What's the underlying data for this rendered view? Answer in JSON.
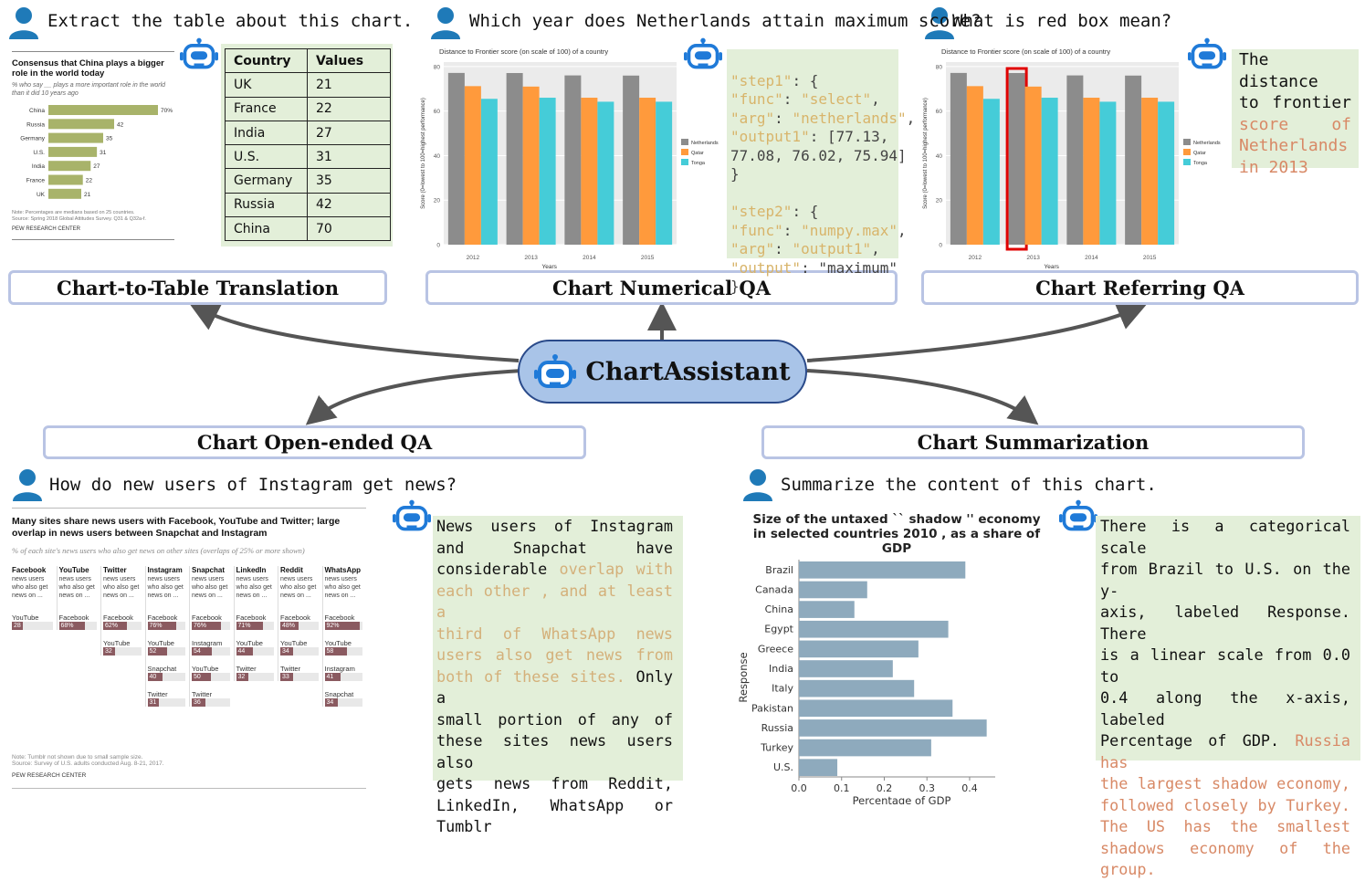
{
  "central": {
    "label": "ChartAssistant"
  },
  "tasks": {
    "t2t": "Chart-to-Table Translation",
    "numqa": "Chart Numerical QA",
    "refqa": "Chart Referring QA",
    "openqa": "Chart Open-ended QA",
    "summ": "Chart Summarization"
  },
  "questions": {
    "t2t": "Extract the table about this chart.",
    "numqa": "Which year does Netherlands attain maximum score?",
    "refqa": "What is red box mean?",
    "openqa": "How do new users of Instagram get news?",
    "summ": "Summarize the content of this chart."
  },
  "pew_chart": {
    "title": "Consensus that China plays a bigger role in the world today",
    "subtitle": "% who say __ plays a more important role in the world than it did 10 years ago",
    "note1": "Note: Percentages are medians based on 25 countries.",
    "note2": "Source: Spring 2018 Global Attitudes Survey. Q31 & Q32a-f.",
    "source": "PEW RESEARCH CENTER"
  },
  "table": {
    "headers": [
      "Country",
      "Values"
    ],
    "rows": [
      [
        "UK",
        "21"
      ],
      [
        "France",
        "22"
      ],
      [
        "India",
        "27"
      ],
      [
        "U.S.",
        "31"
      ],
      [
        "Germany",
        "35"
      ],
      [
        "Russia",
        "42"
      ],
      [
        "China",
        "70"
      ]
    ]
  },
  "code_answer": {
    "step1": "\"step1\"",
    "func_key": "\"func\"",
    "func1": "\"select\"",
    "arg_key": "\"arg\"",
    "arg1": "\"netherlands\"",
    "output1_key": "\"output1\"",
    "output1_val1": "[77.13,",
    "output1_val2": "77.08, 76.02, 75.94]",
    "step2": "\"step2\"",
    "func2": "\"numpy.max\"",
    "arg2": "\"output1\"",
    "output_key": "\"output\"",
    "output2": "\"maximum\""
  },
  "ref_answer": {
    "line1": "The distance",
    "line2": "to frontier",
    "line3": "score of",
    "line4": "Netherlands",
    "line5": "in 2013"
  },
  "open_answer": {
    "l1": "News users of Instagram",
    "l2": "and Snapchat have",
    "l3a": "considerable ",
    "l3b": "overlap with",
    "l4": "each other , and at least a",
    "l5": "third of WhatsApp news",
    "l6": "users also get news from",
    "l7a": "both of these sites.",
    "l7b": " Only a",
    "l8": "small portion of any of",
    "l9": "these sites news users also",
    "l10": "gets news from Reddit,",
    "l11": "LinkedIn, WhatsApp or",
    "l12": "Tumblr"
  },
  "summ_answer": {
    "l1": "There is a categorical scale",
    "l2": "from Brazil to U.S. on the y-",
    "l3": "axis, labeled Response. There",
    "l4": "is a linear scale from 0.0 to",
    "l5a": "0.4 along the x-axis, labeled",
    "l6a": "Percentage of GDP. ",
    "l6b": "Russia has",
    "l7": "the largest shadow economy,",
    "l8": "followed closely by Turkey.",
    "l9": "The US has the smallest",
    "l10": "shadows economy of the",
    "l11": "group."
  },
  "ig_chart": {
    "title": "Many sites share news users with Facebook, YouTube and Twitter; large overlap in news users between Snapchat and Instagram",
    "subtitle": "% of each site's news users who also get news on other sites (overlaps of 25% or more shown)",
    "sub_label": "news users who also get news on ...",
    "note1": "Note: Tumblr not shown due to small sample size.",
    "note2": "Source: Survey of U.S. adults conducted Aug. 8-21, 2017.",
    "source": "PEW RESEARCH CENTER"
  },
  "chart_data": [
    {
      "type": "bar",
      "orientation": "horizontal",
      "categories": [
        "China",
        "Russia",
        "Germany",
        "U.S.",
        "India",
        "France",
        "UK"
      ],
      "values": [
        70,
        42,
        35,
        31,
        27,
        22,
        21
      ],
      "value_labels": [
        "70%",
        "42",
        "35",
        "31",
        "27",
        "22",
        "21"
      ],
      "color": "#a8b36a",
      "xlim": [
        0,
        70
      ]
    },
    {
      "type": "bar",
      "id": "numqa",
      "title": "Distance to Frontier score (on scale of 100) of a country",
      "xlabel": "Years",
      "ylabel": "Score (0=lowest to 100=highest performance)",
      "categories": [
        "2012",
        "2013",
        "2014",
        "2015"
      ],
      "series": [
        {
          "name": "Netherlands",
          "color": "#8c8c8c",
          "values": [
            77.13,
            77.08,
            76.02,
            75.94
          ]
        },
        {
          "name": "Qatar",
          "color": "#ff9a3c",
          "values": [
            71.2,
            71.0,
            66.0,
            66.0
          ]
        },
        {
          "name": "Tonga",
          "color": "#45ccd8",
          "values": [
            65.5,
            66.0,
            64.2,
            64.2
          ]
        }
      ],
      "yticks": [
        "0",
        "20",
        "40",
        "60",
        "80"
      ],
      "ylim": [
        0,
        82
      ],
      "legend": "right"
    },
    {
      "type": "bar",
      "id": "refqa",
      "title": "Distance to Frontier score (on scale of 100) of a country",
      "xlabel": "Years",
      "ylabel": "Score (0=lowest to 100=highest performance)",
      "categories": [
        "2012",
        "2013",
        "2014",
        "2015"
      ],
      "series": [
        {
          "name": "Netherlands",
          "color": "#8c8c8c",
          "values": [
            77.13,
            77.08,
            76.02,
            75.94
          ]
        },
        {
          "name": "Qatar",
          "color": "#ff9a3c",
          "values": [
            71.2,
            71.0,
            66.0,
            66.0
          ]
        },
        {
          "name": "Tonga",
          "color": "#45ccd8",
          "values": [
            65.5,
            66.0,
            64.2,
            64.2
          ]
        }
      ],
      "yticks": [
        "0",
        "20",
        "40",
        "60",
        "80"
      ],
      "ylim": [
        0,
        82
      ],
      "legend": "right",
      "highlight": {
        "category": "2013",
        "series": "Netherlands",
        "color": "#e00000"
      }
    },
    {
      "type": "table",
      "id": "instagram",
      "columns": [
        {
          "header": "Facebook",
          "items": [
            [
              "YouTube",
              "28"
            ]
          ]
        },
        {
          "header": "YouTube",
          "items": [
            [
              "Facebook",
              "68%"
            ]
          ]
        },
        {
          "header": "Twitter",
          "items": [
            [
              "Facebook",
              "62%"
            ],
            [
              "YouTube",
              "32"
            ]
          ]
        },
        {
          "header": "Instagram",
          "items": [
            [
              "Facebook",
              "76%"
            ],
            [
              "YouTube",
              "52"
            ],
            [
              "Snapchat",
              "40"
            ],
            [
              "Twitter",
              "31"
            ]
          ]
        },
        {
          "header": "Snapchat",
          "items": [
            [
              "Facebook",
              "76%"
            ],
            [
              "Instagram",
              "54"
            ],
            [
              "YouTube",
              "50"
            ],
            [
              "Twitter",
              "36"
            ]
          ]
        },
        {
          "header": "LinkedIn",
          "items": [
            [
              "Facebook",
              "71%"
            ],
            [
              "YouTube",
              "44"
            ],
            [
              "Twitter",
              "32"
            ]
          ]
        },
        {
          "header": "Reddit",
          "items": [
            [
              "Facebook",
              "48%"
            ],
            [
              "YouTube",
              "34"
            ],
            [
              "Twitter",
              "33"
            ]
          ]
        },
        {
          "header": "WhatsApp",
          "items": [
            [
              "Facebook",
              "92%"
            ],
            [
              "YouTube",
              "58"
            ],
            [
              "Instagram",
              "41"
            ],
            [
              "Snapchat",
              "34"
            ]
          ]
        }
      ]
    },
    {
      "type": "bar",
      "id": "shadow",
      "orientation": "horizontal",
      "title": "Size of the untaxed `` shadow '' economy in selected countries 2010 , as a share of GDP",
      "xlabel": "Percentage of GDP",
      "ylabel": "Response",
      "categories": [
        "Brazil",
        "Canada",
        "China",
        "Egypt",
        "Greece",
        "India",
        "Italy",
        "Pakistan",
        "Russia",
        "Turkey",
        "U.S."
      ],
      "values": [
        0.39,
        0.16,
        0.13,
        0.35,
        0.28,
        0.22,
        0.27,
        0.36,
        0.44,
        0.31,
        0.09
      ],
      "xticks": [
        "0.0",
        "0.1",
        "0.2",
        "0.3",
        "0.4"
      ],
      "xlim": [
        0,
        0.46
      ],
      "color": "#8eaabd"
    }
  ]
}
